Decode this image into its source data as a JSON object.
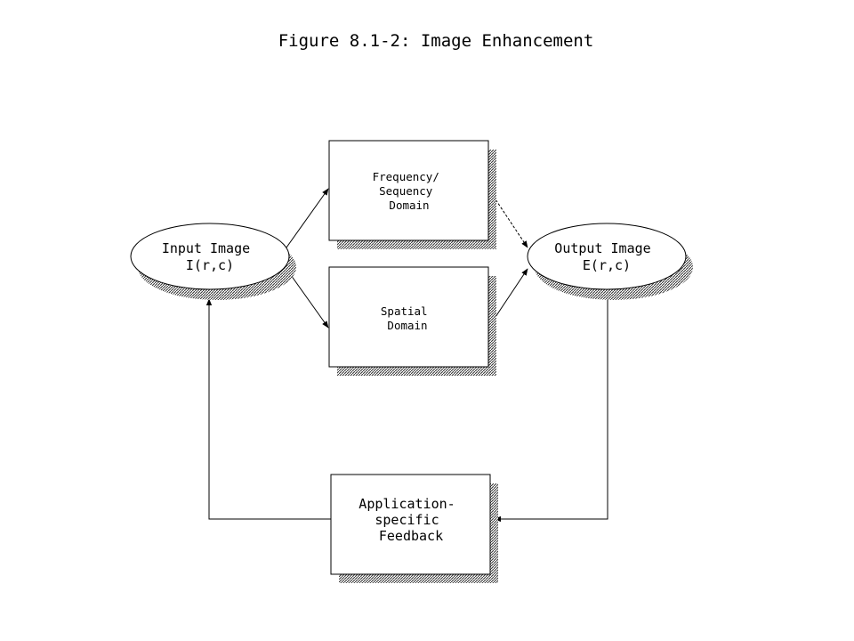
{
  "title": "Figure 8.1-2: Image Enhancement",
  "nodes": {
    "input": {
      "lines": [
        "Input Image",
        "I(r,c)"
      ]
    },
    "output": {
      "lines": [
        "Output Image",
        "E(r,c)"
      ]
    },
    "frequency": {
      "lines": [
        "Frequency/",
        "Sequency",
        "Domain"
      ]
    },
    "spatial": {
      "lines": [
        "Spatial",
        "Domain"
      ]
    },
    "feedback": {
      "lines": [
        "Application-",
        "specific",
        "Feedback"
      ]
    }
  },
  "edges": [
    {
      "from": "input",
      "to": "frequency"
    },
    {
      "from": "input",
      "to": "spatial"
    },
    {
      "from": "frequency",
      "to": "output"
    },
    {
      "from": "spatial",
      "to": "output"
    },
    {
      "from": "output",
      "to": "feedback"
    },
    {
      "from": "feedback",
      "to": "input"
    }
  ]
}
